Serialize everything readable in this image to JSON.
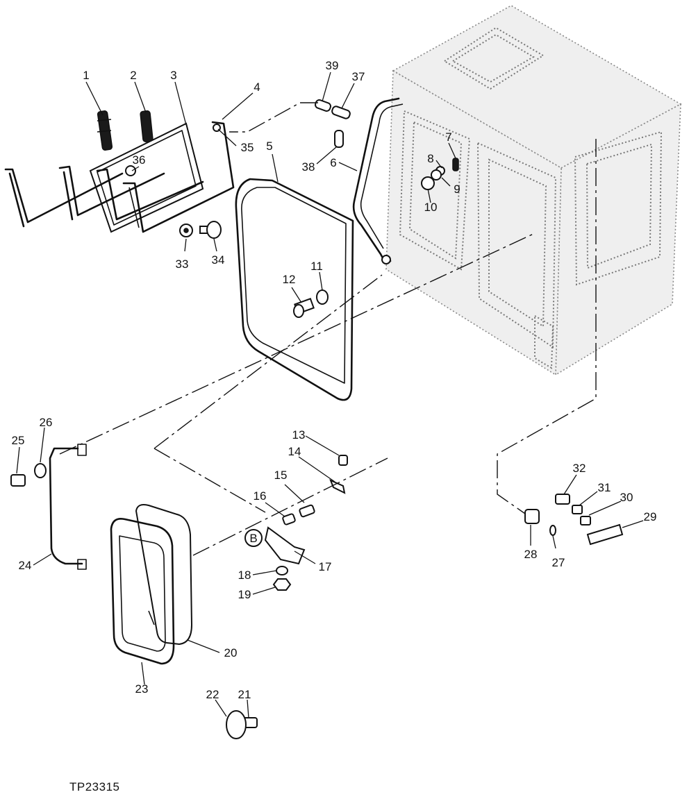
{
  "figure": {
    "id": "TP23315"
  },
  "callouts": [
    "1",
    "2",
    "3",
    "4",
    "5",
    "6",
    "7",
    "8",
    "9",
    "10",
    "11",
    "12",
    "13",
    "14",
    "15",
    "16",
    "17",
    "18",
    "19",
    "20",
    "21",
    "22",
    "23",
    "24",
    "25",
    "26",
    "27",
    "28",
    "29",
    "30",
    "31",
    "32",
    "33",
    "34",
    "35",
    "36",
    "37",
    "38",
    "39"
  ],
  "detail_marker": "B"
}
